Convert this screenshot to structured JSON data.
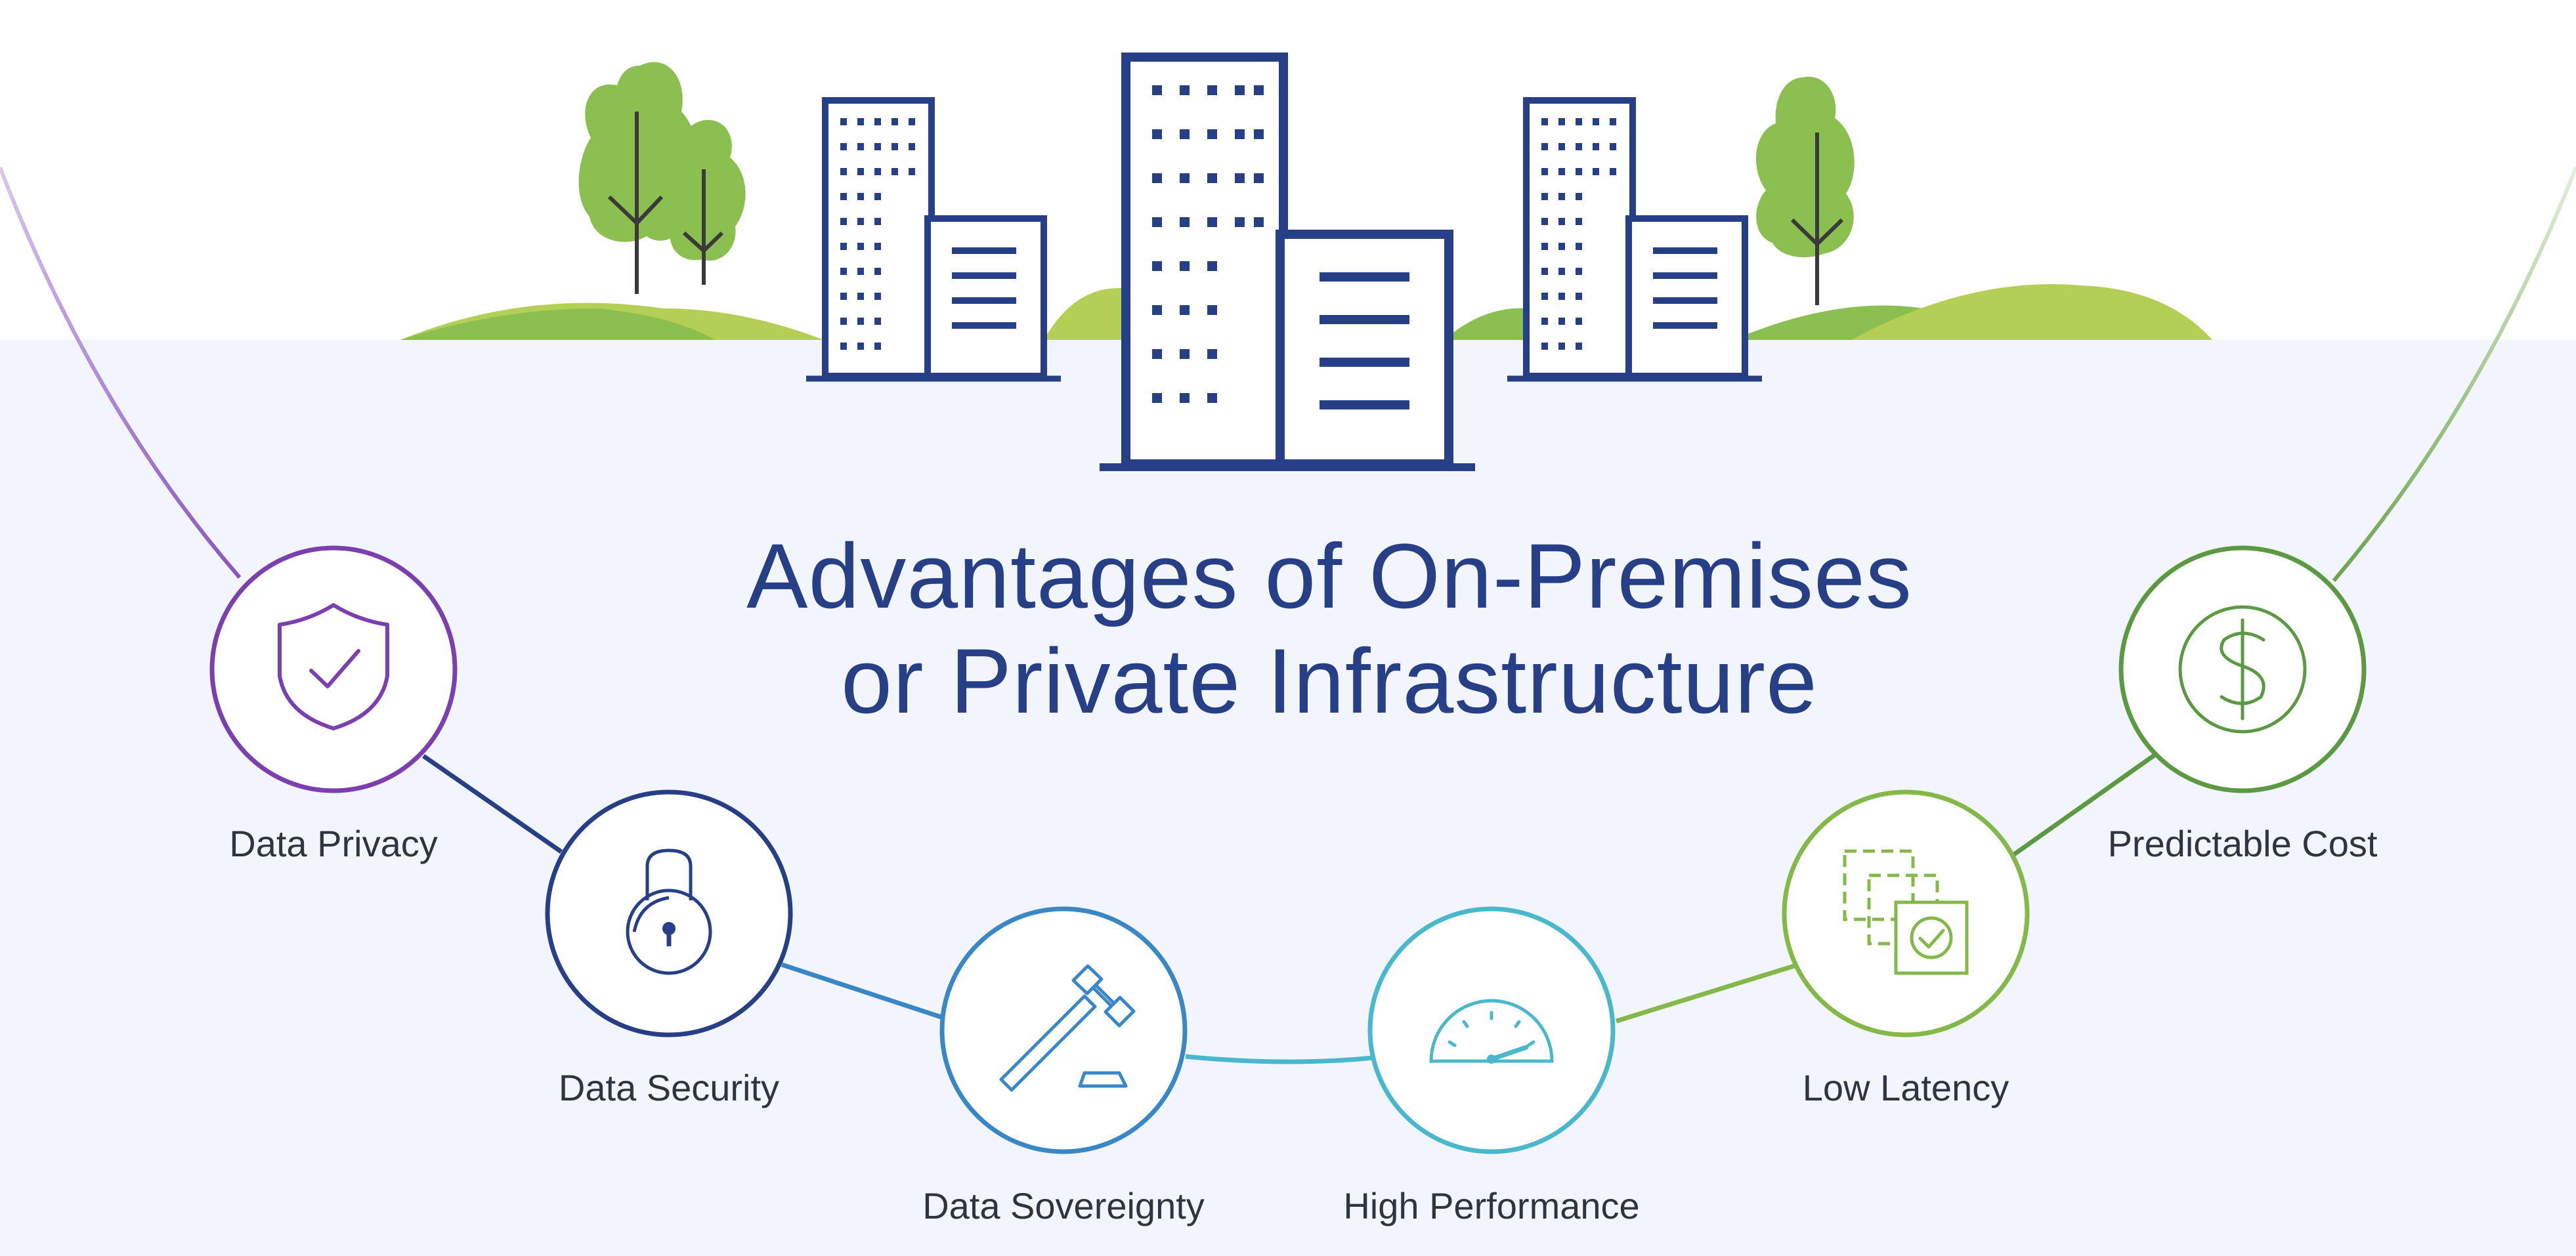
{
  "title": {
    "line1": "Advantages of On-Premises",
    "line2": "or Private Infrastructure"
  },
  "colors": {
    "background_band": "#f2f6fc",
    "building": "#263f86",
    "tree_green": "#8bbf4f",
    "hill_green": "#b3cf55",
    "title": "#263f86",
    "label_text": "#2e3440"
  },
  "nodes": [
    {
      "label": "Data Privacy",
      "icon": "shield-check-icon",
      "color": "#7b3fb0"
    },
    {
      "label": "Data Security",
      "icon": "padlock-icon",
      "color": "#263f86"
    },
    {
      "label": "Data Sovereignty",
      "icon": "gavel-icon",
      "color": "#3a87c8"
    },
    {
      "label": "High Performance",
      "icon": "speedometer-icon",
      "color": "#4ab8cc"
    },
    {
      "label": "Low Latency",
      "icon": "stacked-checkbox-icon",
      "color": "#84b848"
    },
    {
      "label": "Predictable Cost",
      "icon": "dollar-coin-icon",
      "color": "#5b9a42"
    }
  ]
}
